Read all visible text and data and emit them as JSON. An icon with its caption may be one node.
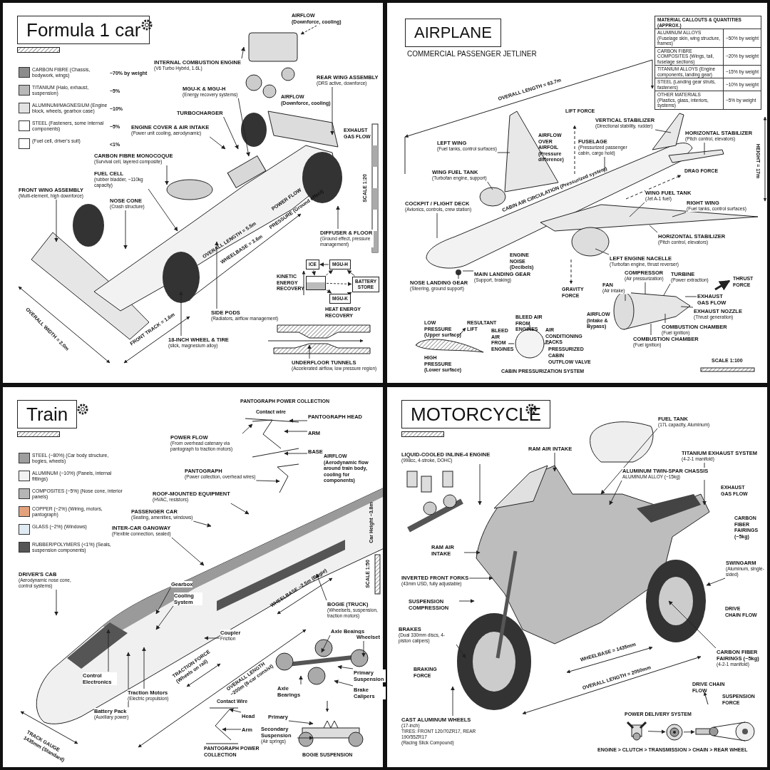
{
  "diagram": {
    "nodes": [
      {
        "text": [
          "Formula 1 car"
        ]
      },
      {
        "text": [
          "INTERNAL COMBUSTION ENGINE",
          "(V6 Turbo Hybrid, 1.6L)"
        ],
        "in": 0
      },
      {
        "text": [
          "MGU-K & MGU-H",
          "(Energy recovery systems)"
        ],
        "in": 0
      },
      {
        "text": [
          "TURBOCHARGER"
        ],
        "in": 0
      },
      {
        "text": [
          "ENGINE COVER & AIR INTAKE",
          "(Power unit cooling, aerodynamic)"
        ],
        "in": 0
      },
      {
        "text": [
          "REAR WING ASSEMBLY",
          "(DRS active, downforce)"
        ],
        "in": 0
      },
      {
        "text": [
          "CARBON FIBRE MONOCOQUE",
          "(Survival cell, layered composite)"
        ],
        "in": 0
      },
      {
        "text": [
          "FUEL CELL",
          "(rubber bladder, ~110kg capacity)"
        ],
        "in": 0
      },
      {
        "text": [
          "FRONT WING ASSEMBLY",
          "(Multi-element, high downforce)"
        ],
        "in": 0
      },
      {
        "text": [
          "NOSE CONE",
          "(Crash structure)"
        ],
        "in": 0
      },
      {
        "text": [
          "DIFFUSER & FLOOR",
          "(Ground effect, pressure management)"
        ],
        "in": 0
      },
      {
        "text": [
          "SIDE PODS",
          "(Radiators, airflow management)"
        ],
        "in": 0
      },
      {
        "text": [
          "18-INCH WHEEL & TIRE",
          "(slick, magnesium alloy)"
        ],
        "in": 0
      },
      {
        "text": [
          "UNDERFLOOR TUNNELS",
          "(Accelerated airflow, low pressure region)"
        ],
        "in": 0
      },
      {
        "text": [
          "ICE"
        ],
        "in": 0
      },
      {
        "text": [
          "MGU-H"
        ],
        "in": 0
      },
      {
        "text": [
          "BATTERY STORE"
        ],
        "in": 0
      },
      {
        "text": [
          "MGU-K"
        ],
        "in": 0
      },
      {
        "text": [],
        "shape": "box",
        "in": 0
      },
      {
        "text": [
          "AIRPLANE",
          "COMMERCIAL PASSENGER JETLINER"
        ]
      },
      {
        "text": [
          "VERTICAL STABILIZER",
          "(Directional stability, rudder)"
        ],
        "in": 19
      },
      {
        "text": [
          "HORIZONTAL STABILIZER",
          "(Pitch control, elevators)"
        ],
        "in": 19
      },
      {
        "text": [
          "LEFT WING",
          "(Fuel tanks, control surfaces)"
        ],
        "in": 19
      },
      {
        "text": [
          "FUSELAGE",
          "(Pressurized passenger cabin, cargo hold)"
        ],
        "in": 19
      },
      {
        "text": [
          "WING FUEL TANK",
          "(Turbofan engine, support)"
        ],
        "in": 19
      },
      {
        "text": [
          "COCKPIT / FLIGHT DECK",
          "(Avionics, controls, crew station)"
        ],
        "in": 19
      },
      {
        "text": [
          "WING FUEL TANK",
          "(Jet A-1 fuel)"
        ],
        "in": 19
      },
      {
        "text": [
          "RIGHT WING",
          "(Fuel tanks, control surfaces)"
        ],
        "in": 19
      },
      {
        "text": [
          "HORIZONTAL STABILIZER",
          "(Pitch control, elevators)"
        ],
        "in": 19
      },
      {
        "text": [
          "LEFT ENGINE NACELLE",
          "(Turbofan engine, thrust reverser)"
        ],
        "in": 19
      },
      {
        "text": [
          "NOSE LANDING GEAR",
          "(Steering, ground support)"
        ],
        "in": 19
      },
      {
        "text": [
          "MAIN LANDING GEAR",
          "(Support, braking)"
        ],
        "in": 19
      },
      {
        "text": [
          "COMPRESSOR",
          "(Air pressurization)"
        ],
        "in": 19
      },
      {
        "text": [
          "TURBINE",
          "(Power extraction)"
        ],
        "in": 19
      },
      {
        "text": [
          "FAN",
          "(Air intake)"
        ],
        "in": 19
      },
      {
        "text": [
          "EXHAUST GAS FLOW"
        ],
        "in": 19
      },
      {
        "text": [
          "EXHAUST NOZZLE",
          "(Thrust generation)"
        ],
        "in": 19
      },
      {
        "text": [
          "COMBUSTION CHAMBER",
          "(Fuel ignition)"
        ],
        "in": 19
      },
      {
        "text": [
          "COMBUSTION CHAMBER",
          "(Fuel ignition)"
        ],
        "in": 19
      },
      {
        "text": [
          "Train"
        ]
      },
      {
        "text": [
          "PANTOGRAPH HEAD"
        ],
        "in": 39
      },
      {
        "text": [
          "ARM"
        ],
        "in": 39
      },
      {
        "text": [
          "BASE"
        ],
        "in": 39
      },
      {
        "text": [
          "POWER FLOW",
          "(From overhead catenary via pantograph to traction motors)"
        ],
        "in": 39
      },
      {
        "text": [
          "PANTOGRAPH",
          "(Power collection, overhead wires)"
        ],
        "in": 39
      },
      {
        "text": [
          "ROOF-MOUNTED EQUIPMENT",
          "(HVAC, resistors)"
        ],
        "in": 39
      },
      {
        "text": [
          "PASSENGER CAR",
          "(Seating, amenities, windows)"
        ],
        "in": 39
      },
      {
        "text": [
          "INTER-CAR GANGWAY",
          "(Flexible connection, sealed)"
        ],
        "in": 39
      },
      {
        "text": [
          "DRIVER'S CAB",
          "(Aerodynamic nose cone, control systems)"
        ],
        "in": 39
      },
      {
        "text": [
          "Gearbox"
        ],
        "in": 86
      },
      {
        "text": [
          "Cooling System"
        ],
        "in": 86
      },
      {
        "text": [
          "Control Electronics"
        ],
        "in": 86
      },
      {
        "text": [
          "Traction Motors",
          "(Electric propulsion)"
        ],
        "in": 39
      },
      {
        "text": [
          "Battery Pack",
          "(Auxiliary power)"
        ],
        "in": 39
      },
      {
        "text": [
          "Coupler",
          "Friction"
        ],
        "in": 39
      },
      {
        "text": [
          "BOGIE (TRUCK)",
          "(Wheelsets, suspension, traction motors)"
        ],
        "in": 39
      },
      {
        "text": [
          "Axle Beaings"
        ],
        "in": 39
      },
      {
        "text": [
          "Wheelset"
        ],
        "in": 39
      },
      {
        "text": [
          "Primary Suspension"
        ],
        "in": 39
      },
      {
        "text": [
          "Brake Calipers"
        ],
        "in": 39
      },
      {
        "text": [
          "Axle Bearings"
        ],
        "in": 39
      },
      {
        "text": [
          "Head"
        ],
        "in": 39
      },
      {
        "text": [
          "Arm"
        ],
        "in": 39
      },
      {
        "text": [
          "Primary"
        ],
        "in": 39
      },
      {
        "text": [
          "Secondary Suspension",
          "(Air springs)"
        ],
        "in": 39
      },
      {
        "text": [
          "MOTORCYCLE"
        ]
      },
      {
        "text": [
          "FUEL TANK",
          "(17L capacity, Aluminum)"
        ],
        "in": 65
      },
      {
        "text": [
          "RAM AIR INTAKE"
        ],
        "in": 65
      },
      {
        "text": [
          "LIQUID-COOLED INLINE-4 ENGINE",
          "(998cc, 4-stroke, DOHC)"
        ],
        "in": 65
      },
      {
        "text": [
          "TITANIUM EXHAUST SYSTEM",
          "(4-2-1 manifold)"
        ],
        "in": 65
      },
      {
        "text": [
          "ALUMINUM TWIN-SPAR CHASSIS",
          "ALUMINUM ALLOY (~15kg)"
        ],
        "in": 65
      },
      {
        "text": [
          "RAM AIR INTAKE"
        ],
        "in": 65
      },
      {
        "text": [
          "SWINGARM",
          "(Aluminum, single-sided)"
        ],
        "in": 65
      },
      {
        "text": [
          "INVERTED FRONT FORKS",
          "(43mm USD, fully adjustable)"
        ],
        "in": 65
      },
      {
        "text": [
          "SUSPENSION COMPRESSION"
        ],
        "in": 65
      },
      {
        "text": [
          "BRAKES",
          "(Dual 330mm discs, 4-piston calipers)"
        ],
        "in": 65
      },
      {
        "text": [
          "CARBON FIBER FAIRINGS (~5kg)",
          "(4-2-1 manifold)"
        ],
        "in": 65
      },
      {
        "text": [
          "CAST ALUMINUM WHEELS",
          "(17-inch)",
          "TIRES: FRONT 120/70ZR17, REAR 190/55ZR17",
          "(Racing Slick Compound)"
        ],
        "in": 65
      },
      {
        "text": [],
        "shape": "picture",
        "in": 65
      },
      {
        "text": [],
        "shape": "picture",
        "in": 65
      },
      {
        "text": [],
        "shape": "picture",
        "in": 65
      },
      {
        "text": [],
        "shape": "picture",
        "in": 0
      },
      {
        "text": [],
        "shape": "picture",
        "in": 0
      },
      {
        "text": [],
        "shape": "picture",
        "in": 0
      },
      {
        "text": [],
        "shape": "picture",
        "in": 19
      },
      {
        "text": [],
        "shape": "picture",
        "in": 19
      },
      {
        "text": [],
        "shape": "picture",
        "in": 39
      },
      {
        "text": [],
        "shape": "picture",
        "in": 39
      },
      {
        "text": [],
        "shape": "picture",
        "in": 39
      },
      {
        "text": [],
        "shape": "picture",
        "in": 39
      },
      {
        "text": [],
        "shape": "picture",
        "in": 39
      },
      {
        "text": [],
        "shape": "picture",
        "in": 65
      }
    ],
    "edges": [
      {
        "from": 1,
        "to": 82,
        "arrow": "to"
      },
      {
        "from": 2,
        "to": 81,
        "arrow": "to"
      },
      {
        "from": 3,
        "to": 81,
        "arrow": "to"
      },
      {
        "from": 4,
        "to": 81,
        "arrow": "to"
      },
      {
        "from": 5,
        "to": 81,
        "arrow": "to"
      },
      {
        "from": 6,
        "to": 81,
        "arrow": "to"
      },
      {
        "from": 7,
        "to": 81,
        "arrow": "to"
      },
      {
        "from": 8,
        "to": 81,
        "arrow": "to"
      },
      {
        "from": 9,
        "to": 81,
        "arrow": "to"
      },
      {
        "from": 10,
        "to": 81,
        "arrow": "to"
      },
      {
        "from": 11,
        "to": 81,
        "arrow": "to"
      },
      {
        "from": 12,
        "to": 81,
        "arrow": "to"
      },
      {
        "from": 13,
        "to": 83,
        "arrow": "to"
      },
      {
        "from": 15,
        "to": 14,
        "arrow": "to"
      },
      {
        "from": 16,
        "to": 15,
        "arrow": "to"
      },
      {
        "from": 14,
        "to": 18,
        "arrow": "to"
      },
      {
        "from": 18,
        "to": 17,
        "arrow": "to"
      },
      {
        "from": 17,
        "to": 16,
        "arrow": "to"
      },
      {
        "from": 18,
        "to": 16,
        "arrow": "to",
        "style": "dashed"
      },
      {
        "from": 18,
        "to": 15,
        "arrow": "to",
        "style": "dashed"
      },
      {
        "from": 20,
        "to": 84,
        "arrow": "none"
      },
      {
        "from": 21,
        "to": 84,
        "arrow": "none"
      },
      {
        "from": 22,
        "to": 84,
        "arrow": "none"
      },
      {
        "from": 23,
        "to": 84,
        "arrow": "none"
      },
      {
        "from": 24,
        "to": 84,
        "arrow": "none"
      },
      {
        "from": 25,
        "to": 84,
        "arrow": "none"
      },
      {
        "from": 26,
        "to": 84,
        "arrow": "none"
      },
      {
        "from": 27,
        "to": 84,
        "arrow": "none"
      },
      {
        "from": 28,
        "to": 84,
        "arrow": "none"
      },
      {
        "from": 29,
        "to": 84,
        "arrow": "none"
      },
      {
        "from": 30,
        "to": 84,
        "arrow": "none"
      },
      {
        "from": 31,
        "to": 84,
        "arrow": "none"
      },
      {
        "from": 32,
        "to": 85,
        "arrow": "none"
      },
      {
        "from": 33,
        "to": 85,
        "arrow": "none"
      },
      {
        "from": 34,
        "to": 85,
        "arrow": "none"
      },
      {
        "from": 35,
        "to": 85,
        "arrow": "none"
      },
      {
        "from": 36,
        "to": 85,
        "arrow": "none"
      },
      {
        "from": 37,
        "to": 85,
        "arrow": "none"
      },
      {
        "from": 38,
        "to": 85,
        "arrow": "none"
      },
      {
        "from": 40,
        "to": 87,
        "arrow": "to"
      },
      {
        "from": 41,
        "to": 87,
        "arrow": "to"
      },
      {
        "from": 42,
        "to": 87,
        "arrow": "to"
      },
      {
        "from": 43,
        "to": 87,
        "arrow": "to"
      },
      {
        "from": 44,
        "to": 86,
        "arrow": "to"
      },
      {
        "from": 45,
        "to": 86,
        "arrow": "to"
      },
      {
        "from": 46,
        "to": 86,
        "arrow": "to"
      },
      {
        "from": 47,
        "to": 86,
        "arrow": "to"
      },
      {
        "from": 48,
        "to": 86,
        "arrow": "to"
      },
      {
        "from": 49,
        "to": 86,
        "arrow": "to"
      },
      {
        "from": 50,
        "to": 86,
        "arrow": "to"
      },
      {
        "from": 51,
        "to": 86,
        "arrow": "to"
      },
      {
        "from": 52,
        "to": 86,
        "arrow": "to"
      },
      {
        "from": 53,
        "to": 86,
        "arrow": "to"
      },
      {
        "from": 54,
        "to": 86,
        "arrow": "to"
      },
      {
        "from": 55,
        "to": 86,
        "arrow": "to"
      },
      {
        "from": 56,
        "to": 88,
        "arrow": "to"
      },
      {
        "from": 57,
        "to": 88,
        "arrow": "to"
      },
      {
        "from": 58,
        "to": 88,
        "arrow": "to"
      },
      {
        "from": 59,
        "to": 88,
        "arrow": "to"
      },
      {
        "from": 60,
        "to": 88,
        "arrow": "to"
      },
      {
        "from": 61,
        "to": 89,
        "arrow": "to"
      },
      {
        "from": 62,
        "to": 89,
        "arrow": "to"
      },
      {
        "from": 63,
        "to": 90,
        "arrow": "to"
      },
      {
        "from": 64,
        "to": 90,
        "arrow": "to"
      },
      {
        "from": 66,
        "to": 91,
        "arrow": "to"
      },
      {
        "from": 67,
        "to": 91,
        "arrow": "to"
      },
      {
        "from": 68,
        "to": 91,
        "arrow": "to"
      },
      {
        "from": 69,
        "to": 91,
        "arrow": "to"
      },
      {
        "from": 70,
        "to": 91,
        "arrow": "to"
      },
      {
        "from": 71,
        "to": 91,
        "arrow": "to"
      },
      {
        "from": 72,
        "to": 91,
        "arrow": "to"
      },
      {
        "from": 73,
        "to": 91,
        "arrow": "to"
      },
      {
        "from": 74,
        "to": 91,
        "arrow": "to"
      },
      {
        "from": 75,
        "to": 91,
        "arrow": "to"
      },
      {
        "from": 76,
        "to": 91,
        "arrow": "to"
      },
      {
        "from": 77,
        "to": 91,
        "arrow": "to"
      },
      {
        "from": 78,
        "to": 79,
        "arrow": "to"
      },
      {
        "from": 79,
        "to": 80,
        "arrow": "to"
      }
    ],
    "labels": [
      "AIRFLOW (Downforce, cooling)",
      "AIRFLOW (Downforce, cooling)",
      "EXHAUST GAS FLOW",
      "~70% by weight",
      "~5%",
      "~10%",
      "~5%",
      "<1%",
      "SCALE 1:20",
      "POWER FLOW",
      "PRESSURE (Ground effect)",
      "OVERALL LENGTH = 5.5m",
      "WHEELBASE = 3.6m",
      "KINETIC ENERGY RECOVERY",
      "HEAT ENERGY RECOVERY",
      "FRONT TRACK = 1.6m",
      "OVERALL WIDTH = 2.0m",
      "LIFT FORCE",
      "AIRFLOW OVER AIRFOIL (Pressure difference)",
      "OVERALL LENGTH = 63.7m",
      "MATERIAL CALLOUTS & QUANTITIES (APPROX.)",
      "ALUMINUM ALLOYS (Fuselage skin, wing structure, frames)",
      "~50% by weight",
      "CARBON FIBRE COMPOSITES (Wings, tail, fuselage sections)",
      "~20% by weight",
      "TITANIUM ALLOYS (Engine components, landing gear)",
      "~15% by weight",
      "STEEL (Landing gear struts, fasteners)",
      "~10% by weight",
      "OTHER MATERIALS (Plastics, glass, interiors, systems)",
      "~5% by weight",
      "HEIGHT = 17m",
      "DRAG FORCE",
      "CABIN AIR CIRCULATION (Pressurized system)",
      "ENGINE NOISE (Decibels)",
      "GRAVITY FORCE",
      "THRUST FORCE",
      "AIRFLOW (Intake & Bypass)",
      "LOW PRESSURE (Upper surface)",
      "RESULTANT LIFT",
      "BLEED AIR FROM ENGINES",
      "BLEED AIR FROM ENGINES",
      "AIR CONDITIONING PACKS",
      "PRESSURIZED CABIN",
      "OUTFLOW VALVE",
      "HIGH PRESSURE (Lower surface)",
      "CABIN PRESSURIZATION SYSTEM",
      "SCALE 1:100",
      "PANTOGRAPH POWER COLLECTION",
      "Contact wire",
      "AIRFLOW (Aerodynamic flow around train body, cooling for components)",
      "Car Height ~3.8m",
      "SCALE 1:50",
      "WHEELBASE ~2.5m (Bogie)",
      "OVERALL LENGTH ~200m (8-car consist)",
      "TRACTION FORCE (Wheels on rail)",
      "TRACK GAUGE 1435mm (Standard)",
      "Contact Wire",
      "PANTOGRAPH POWER COLLECTION",
      "BOGIE SUSPENSION",
      "EXHAUST GAS FLOW",
      "CARBON FIBER FAIRINGS (~5kg)",
      "DRIVE CHAIN FLOW",
      "BRAKING FORCE",
      "WHEELBASE = 1435mm",
      "OVERALL LENGTH = 2050mm",
      "DRIVE CHAIN FLOW",
      "SUSPENSION FORCE",
      "POWER DELIVERY SYSTEM",
      "ENGINE > CLUTCH > TRANSMISSION > CHAIN > REAR WHEEL"
    ],
    "legend": [
      {
        "text": "CARBON FIBRE (Chassis, bodywork, wings)",
        "color": "#8c8c8c"
      },
      {
        "text": "TITANIUM (Halo, exhaust, suspension)",
        "color": "#b8b8b8"
      },
      {
        "text": "ALUMINUM/MAGNESIUM (Engine block, wheels, gearbox case)",
        "color": "#e2e2e2"
      },
      {
        "text": "STEEL (Fasteners, some internal components)",
        "color": "#ffffff"
      },
      {
        "text": "(Fuel cell, driver's suit)",
        "color": "#ffffff"
      },
      {
        "text": "STEEL (~80%) (Car body structure, bogies, wheels)",
        "color": "#9e9e9e"
      },
      {
        "text": "ALUMINUM (~10%) (Panels, internal fittings)",
        "color": "#f2f2f2"
      },
      {
        "text": "COMPOSITES (~5%) (Nose cone, interior panels)",
        "color": "#b5b5b5"
      },
      {
        "text": "COPPER (~2%) (Wiring, motors, pantograph)",
        "color": "#e4a27c"
      },
      {
        "text": "GLASS (~2%) (Windows)",
        "color": "#dfeaf2"
      },
      {
        "text": "RUBBER/POLYMERS (<1%) (Seals, suspension components)",
        "color": "#555555"
      }
    ]
  }
}
